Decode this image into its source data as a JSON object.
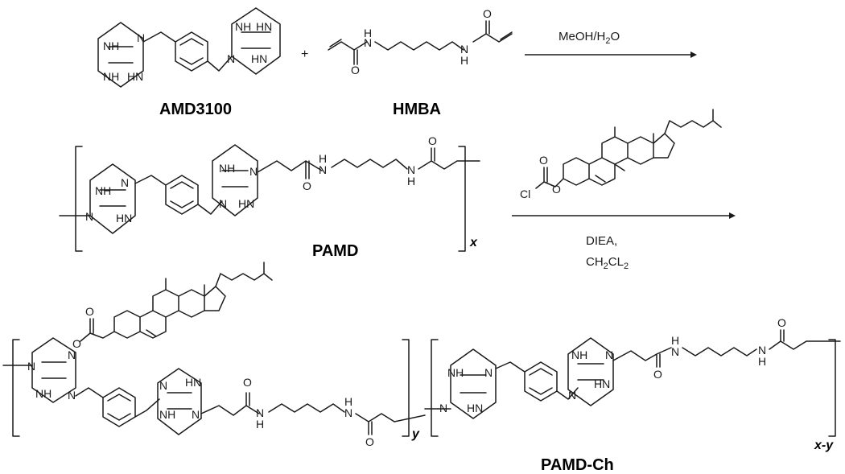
{
  "compounds": {
    "amd3100": "AMD3100",
    "hmba": "HMBA",
    "pamd": "PAMD",
    "pamd_ch": "PAMD-Ch"
  },
  "conditions": {
    "step1": "MeOH/H",
    "step1_sub": "2",
    "step1_tail": "O",
    "step2_base": "DIEA,",
    "step2_solvent": "CH",
    "step2_solvent_sub1": "2",
    "step2_solvent_mid": "CL",
    "step2_solvent_sub2": "2"
  },
  "symbols": {
    "plus": "+",
    "x": "x",
    "y": "y",
    "xy": "x-y"
  },
  "atoms": {
    "nh": "NH",
    "hn": "HN",
    "n": "N",
    "h": "H",
    "o": "O",
    "cl": "Cl"
  }
}
